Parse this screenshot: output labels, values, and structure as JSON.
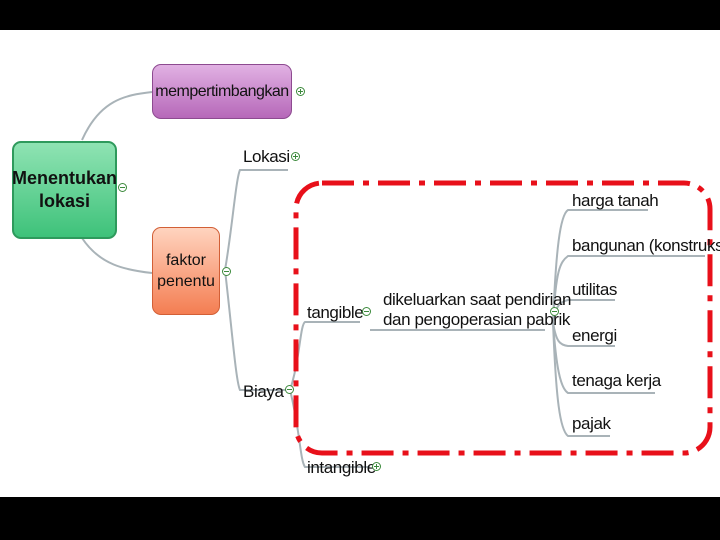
{
  "root": {
    "label": "Menentukan lokasi",
    "line1": "Menentukan",
    "line2": "lokasi"
  },
  "branch_top": {
    "label": "mempertimbangkan"
  },
  "branch_factor": {
    "line1": "faktor",
    "line2": "penentu"
  },
  "lokasi": {
    "label": "Lokasi"
  },
  "biaya": {
    "label": "Biaya"
  },
  "tangible": {
    "label": "tangible"
  },
  "intangible": {
    "label": "intangible"
  },
  "dikeluarkan": {
    "line1": "dikeluarkan saat pendirian",
    "line2": "dan pengoperasian pabrik"
  },
  "cost_items": [
    "harga tanah",
    "bangunan (konstruksi)",
    "utilitas",
    "energi",
    "tenaga kerja",
    "pajak"
  ],
  "colors": {
    "highlight": "#e8101a",
    "connector": "#a9b3b8",
    "root_fill": "#3ec27a",
    "top_fill": "#b668b9",
    "factor_fill": "#f47e52"
  },
  "icons": {
    "expand": "plus-circle-icon",
    "collapse": "minus-circle-icon"
  }
}
